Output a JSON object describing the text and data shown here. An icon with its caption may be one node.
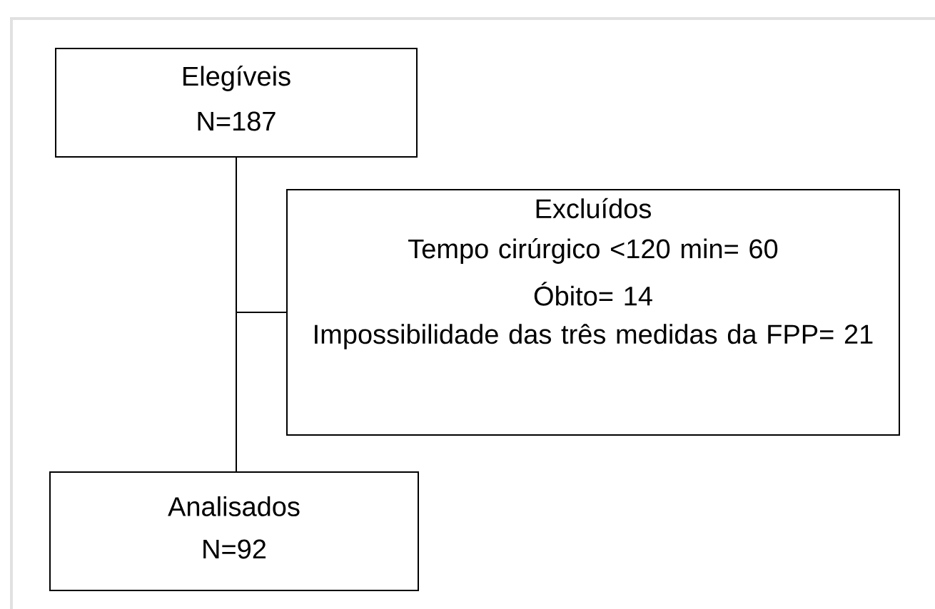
{
  "diagram": {
    "nodes": [
      {
        "text": [
          "Elegíveis",
          "N=187"
        ]
      },
      {
        "text": [
          "Excluídos",
          "Tempo cirúrgico <120 min= 60",
          "Óbito= 14",
          "Impossibilidade das três medidas da FPP= 21"
        ]
      },
      {
        "text": [
          "Analisados",
          "N=92"
        ]
      }
    ],
    "edges": [
      {
        "from": 0,
        "to": 2,
        "arrow": "none"
      },
      {
        "from": 0,
        "to": 1,
        "arrow": "none"
      }
    ]
  }
}
